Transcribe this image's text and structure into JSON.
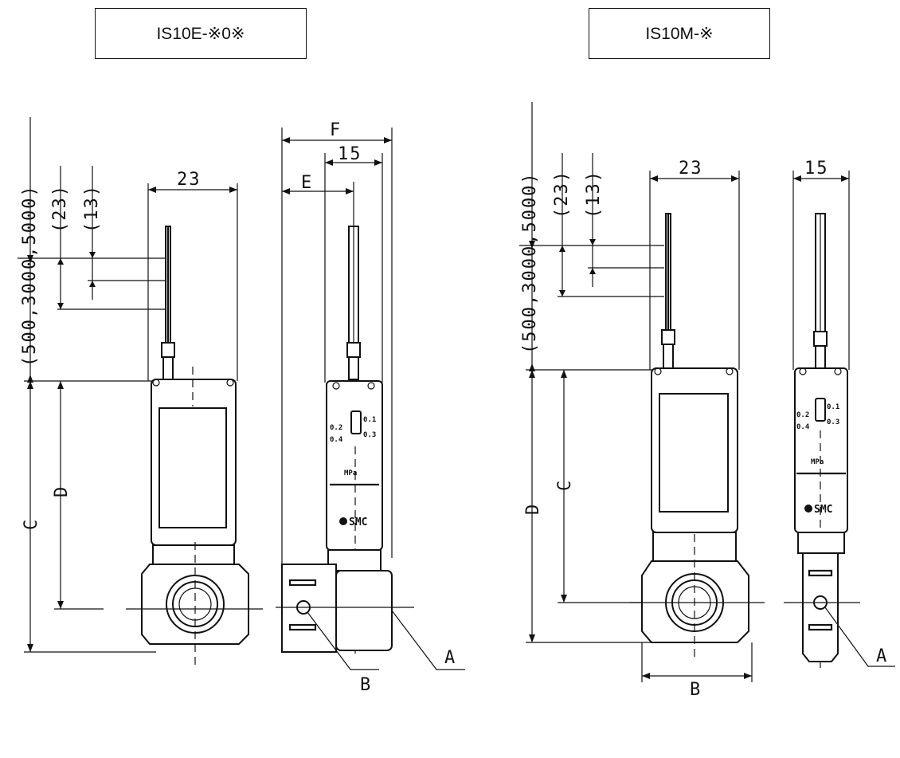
{
  "views": [
    {
      "model": "IS10E-※0※",
      "cable_length": "(500,3000,5000)",
      "dim_23_paren": "(23)",
      "dim_13_paren": "(13)",
      "width_front": "23",
      "width_side": "15",
      "label_C": "C",
      "label_D": "D",
      "label_E": "E",
      "label_F": "F",
      "callout_A": "A",
      "callout_B": "B"
    },
    {
      "model": "IS10M-※",
      "cable_length": "(500,3000,5000)",
      "dim_23_paren": "(23)",
      "dim_13_paren": "(13)",
      "width_front": "23",
      "width_side": "15",
      "label_C": "C",
      "label_D": "D",
      "label_B": "B",
      "callout_A": "A"
    }
  ],
  "scale": {
    "marks": [
      "0.2",
      "0.1",
      "0.4",
      "0.3"
    ],
    "unit": "MPa",
    "brand": "SMC"
  }
}
